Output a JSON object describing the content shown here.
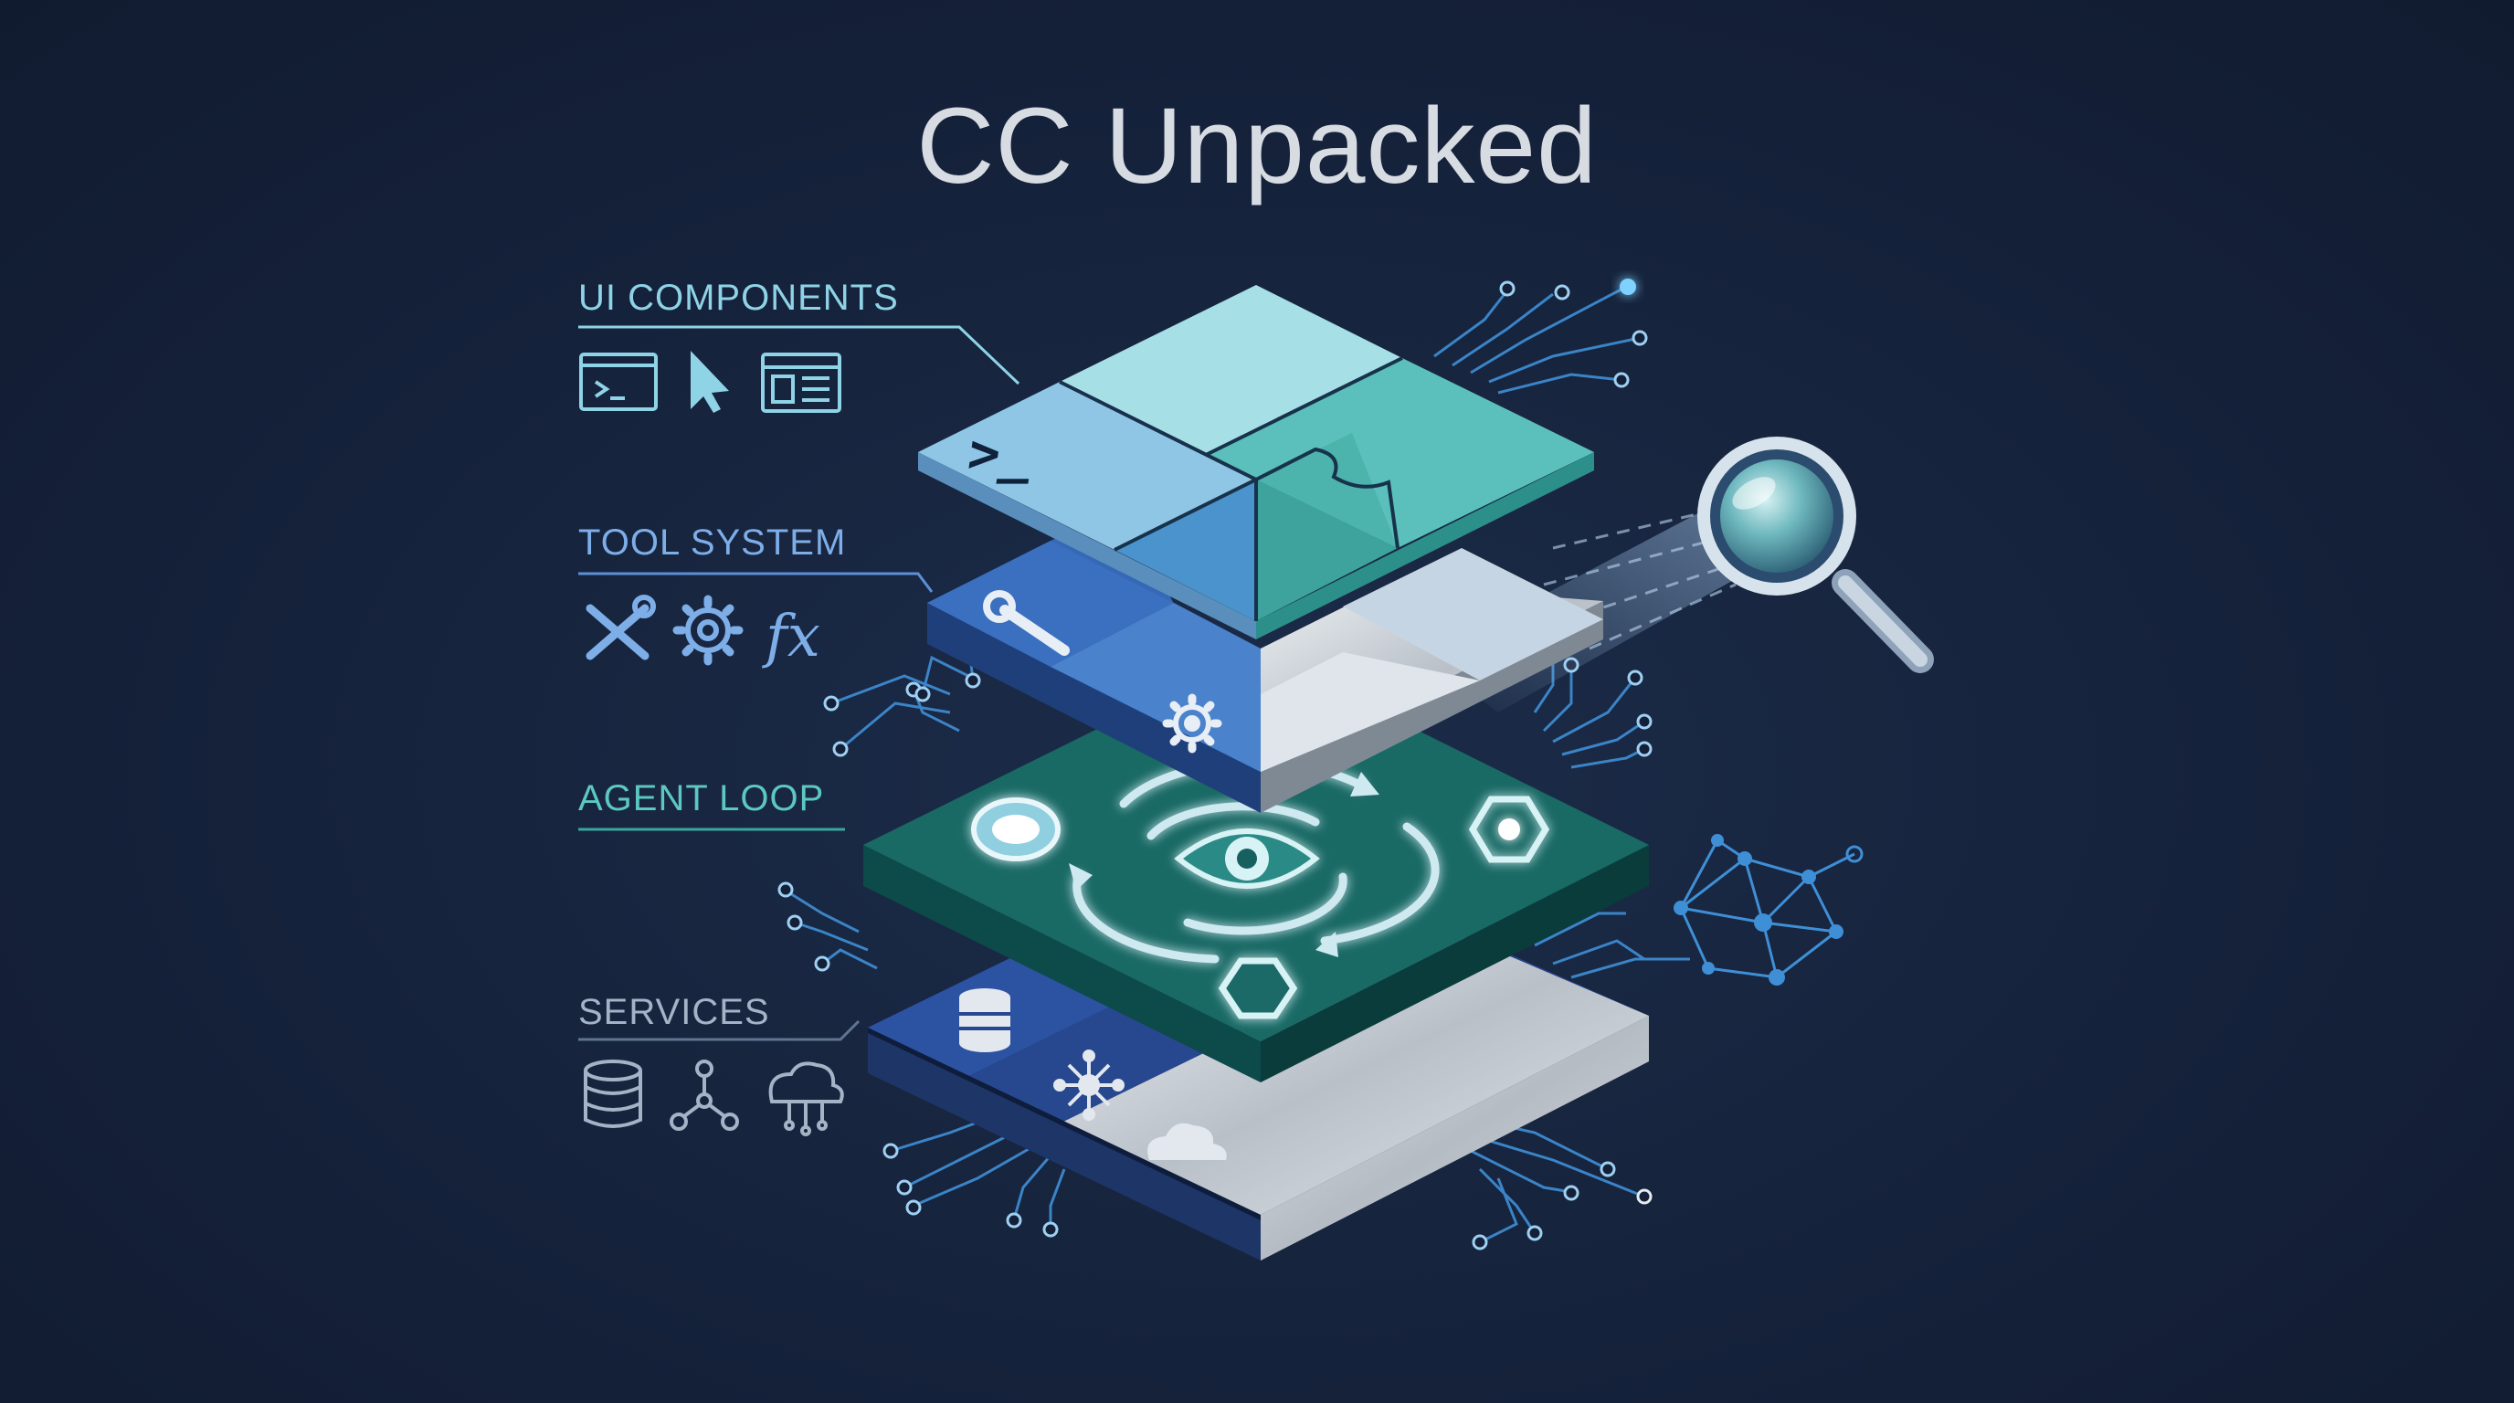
{
  "title": "CC Unpacked",
  "layers": [
    {
      "label": "UI COMPONENTS",
      "color": "#8fd3e6",
      "icons": [
        "terminal-window-icon",
        "cursor-arrow-icon",
        "browser-layout-icon"
      ]
    },
    {
      "label": "TOOL SYSTEM",
      "color": "#7eaee8",
      "icons": [
        "wrench-screwdriver-icon",
        "gear-icon",
        "function-icon"
      ]
    },
    {
      "label": "AGENT LOOP",
      "color": "#5cc8c0",
      "icons": [
        "eye-icon",
        "cycle-arrows-icon",
        "hexagon-icon"
      ]
    },
    {
      "label": "SERVICES",
      "color": "#a4b3c6",
      "icons": [
        "database-icon",
        "network-nodes-icon",
        "cloud-icon"
      ]
    }
  ],
  "terminal_prompt": ">_",
  "function_glyph": "fx",
  "colors": {
    "background": "#142038",
    "teal": "#2f9c95",
    "blue": "#3a6fb8",
    "light_blue": "#a5d6e6",
    "silver": "#cfd4da",
    "circuit": "#3f8fd6"
  }
}
